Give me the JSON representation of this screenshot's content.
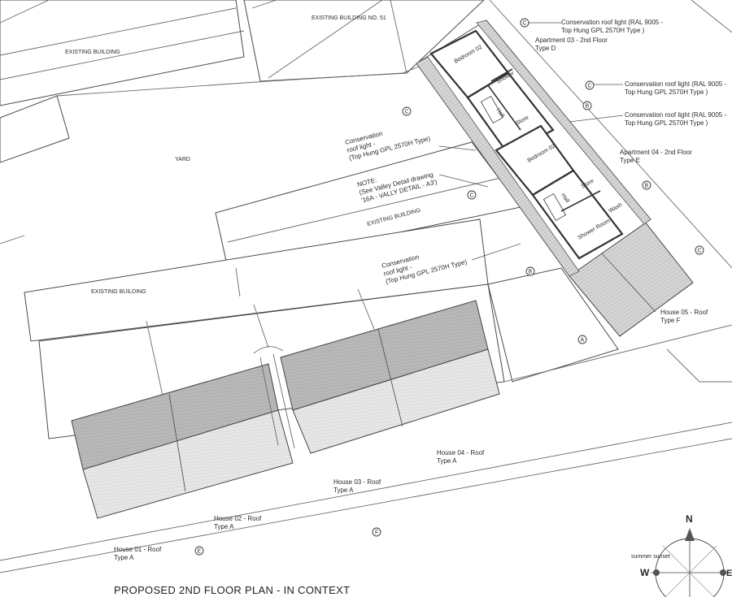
{
  "title": "PROPOSED 2ND FLOOR PLAN - IN CONTEXT",
  "buildings": {
    "existing_51": "EXISTING BUILDING NO. 51",
    "existing_top_left": "EXISTING BUILDING",
    "existing_middle": "EXISTING BUILDING",
    "existing_left": "EXISTING BUILDING",
    "yard": "YARD"
  },
  "annotations": {
    "roof_light_1": [
      "Conservation roof light (RAL 9005 -",
      "Top Hung GPL 2570H Type )"
    ],
    "roof_light_2": [
      "Conservation roof light (RAL 9005 -",
      "Top Hung GPL 2570H Type )"
    ],
    "roof_light_3": [
      "Conservation roof light (RAL 9005 -",
      "Top Hung GPL 2570H Type )"
    ],
    "roof_light_4": [
      "Conservation",
      "roof light -",
      "(Top Hung GPL 2570H Type)"
    ],
    "roof_light_5": [
      "Conservation",
      "roof light -",
      "(Top Hung GPL 2570H Type)"
    ],
    "note": [
      "NOTE:",
      "(See Valley Detail drawing",
      "'16A - VALLY DETAIL - A3')"
    ]
  },
  "units": {
    "apartment_03": [
      "Apartment 03 - 2nd Floor",
      "Type D"
    ],
    "apartment_04": [
      "Apartment 04 - 2nd Floor",
      "Type E"
    ],
    "house_05": [
      "House 05 - Roof",
      "Type F"
    ],
    "house_04": [
      "House 04 - Roof",
      "Type A"
    ],
    "house_03": [
      "House 03 - Roof",
      "Type A"
    ],
    "house_02": [
      "House 02 - Roof",
      "Type A"
    ],
    "house_01": [
      "House 01 - Roof",
      "Type A"
    ]
  },
  "rooms": {
    "bedroom_a": "Bedroom 02",
    "shower_a": "Shower",
    "hall_a": "Hall",
    "store_a": "Store",
    "bedroom_b": "Bedroom 02",
    "hall_b": "Hall",
    "store_b": "Store",
    "shower_b": "Shower Room",
    "wc_b": "Wash"
  },
  "markers": {
    "m1": "C",
    "m2": "C",
    "m3": "C",
    "m4": "B",
    "m5": "C",
    "m6": "B",
    "m7": "C",
    "m8": "B",
    "m9": "A",
    "m10": "F",
    "m11": "E"
  },
  "compass": {
    "north": "N",
    "west": "W",
    "east": "E",
    "caption": "summer sunset"
  }
}
